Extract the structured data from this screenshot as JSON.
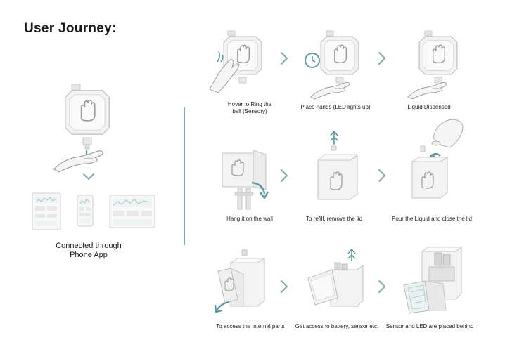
{
  "title": "User Journey:",
  "left_caption": {
    "line1": "Connected through",
    "line2": "Phone App"
  },
  "steps": [
    {
      "line1": "Hover to Ring the",
      "line2": "bell (Sensory)"
    },
    {
      "line1": "Place hands (LED lights up)"
    },
    {
      "line1": "Liquid Dispensed"
    },
    {
      "line1": "Hang it on the wall"
    },
    {
      "line1": "To refill, remove the lid"
    },
    {
      "line1": "Pour the Liquid and close the lid"
    },
    {
      "line1": "To access the internal parts"
    },
    {
      "line1": "Get access to battery, sensor etc."
    },
    {
      "line1": "Sensor and LED are placed behind"
    }
  ],
  "colors": {
    "accent": "#5a9aa3",
    "device": "#f2f2f2",
    "outline": "#c8c8c8"
  }
}
